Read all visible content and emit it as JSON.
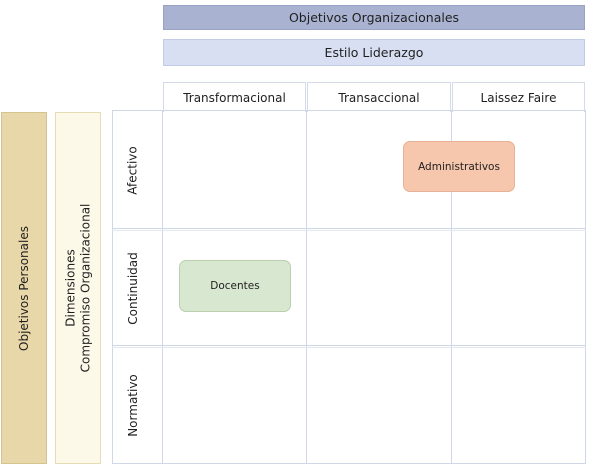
{
  "header": {
    "title": "Objetivos Organizacionales",
    "subtitle": "Estilo Liderazgo"
  },
  "columns": [
    {
      "label": "Transformacional"
    },
    {
      "label": "Transaccional"
    },
    {
      "label": "Laissez Faire"
    }
  ],
  "rows": [
    {
      "label": "Afectivo"
    },
    {
      "label": "Continuidad"
    },
    {
      "label": "Normativo"
    }
  ],
  "side": {
    "personal": "Objetivos Personales",
    "dimensions_line1": "Dimensiones",
    "dimensions_line2": "Compromiso Organizacional"
  },
  "nodes": {
    "administrativos": {
      "label": "Administrativos",
      "color": "#f6c6ad"
    },
    "docentes": {
      "label": "Docentes",
      "color": "#d8e8d0"
    }
  },
  "colors": {
    "banner_top": "#a9b3d1",
    "banner_sub": "#d8dff2",
    "side_personal": "#e8d7a8",
    "side_dimensions": "#fdf9e9",
    "grid_line": "#cfd6e4"
  }
}
